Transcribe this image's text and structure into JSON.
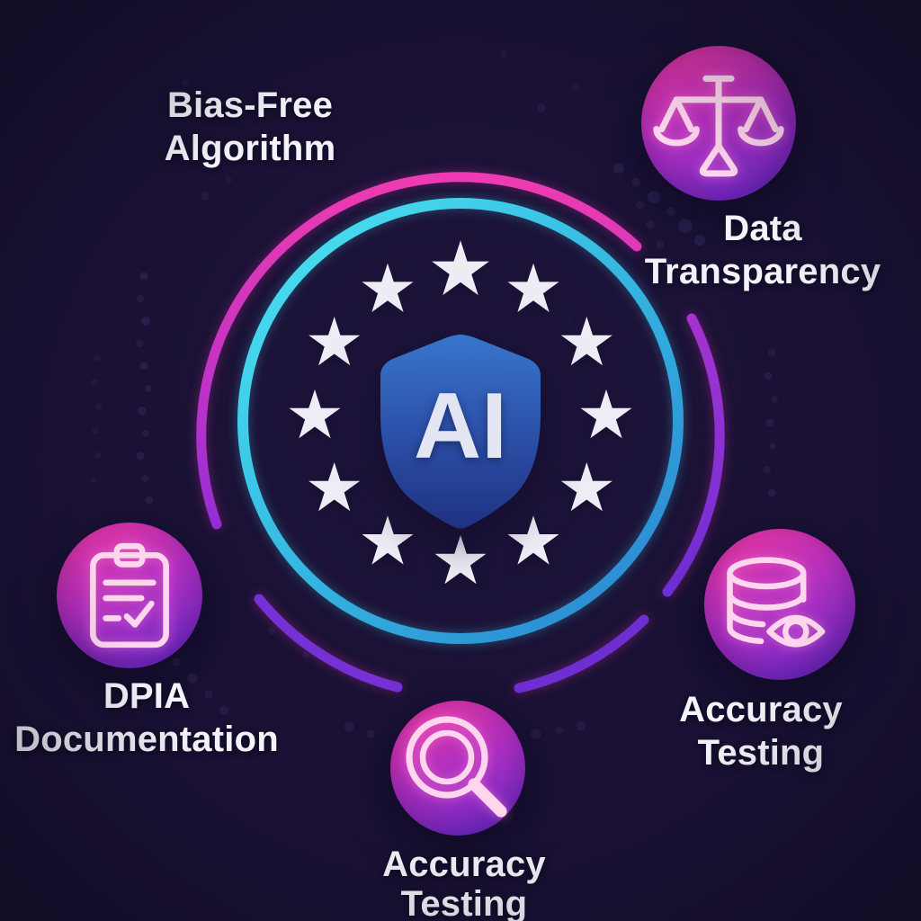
{
  "center_badge": {
    "label": "AI",
    "star_count": 12
  },
  "nodes": [
    {
      "id": "bias-free-algorithm",
      "label": "Bias-Free\nAlgorithm",
      "icon": null
    },
    {
      "id": "data-transparency",
      "label": "Data\nTransparency",
      "icon": "scales-of-justice-icon"
    },
    {
      "id": "dpia-documentation",
      "label": "DPIA\nDocumentation",
      "icon": "clipboard-checklist-icon"
    },
    {
      "id": "accuracy-testing-right",
      "label": "Accuracy\nTesting",
      "icon": "database-eye-icon"
    },
    {
      "id": "accuracy-testing-bottom",
      "label": "Accuracy\nTesting",
      "icon": "magnifier-icon"
    }
  ],
  "colors": {
    "background": "#1a1134",
    "text": "#f4f3fa",
    "star": "#f4f3f8",
    "ring_magenta": "#f43bb0",
    "ring_purple": "#7e2fd6",
    "ring_cyan": "#49e6f3",
    "ring_blue": "#2a84d2",
    "shield_top": "#3579cd",
    "shield_bottom": "#1b2f7f",
    "node_gradient_start": "#ea37a3",
    "node_gradient_end": "#6d2ac8",
    "icon_stroke": "#ffd6ee"
  }
}
